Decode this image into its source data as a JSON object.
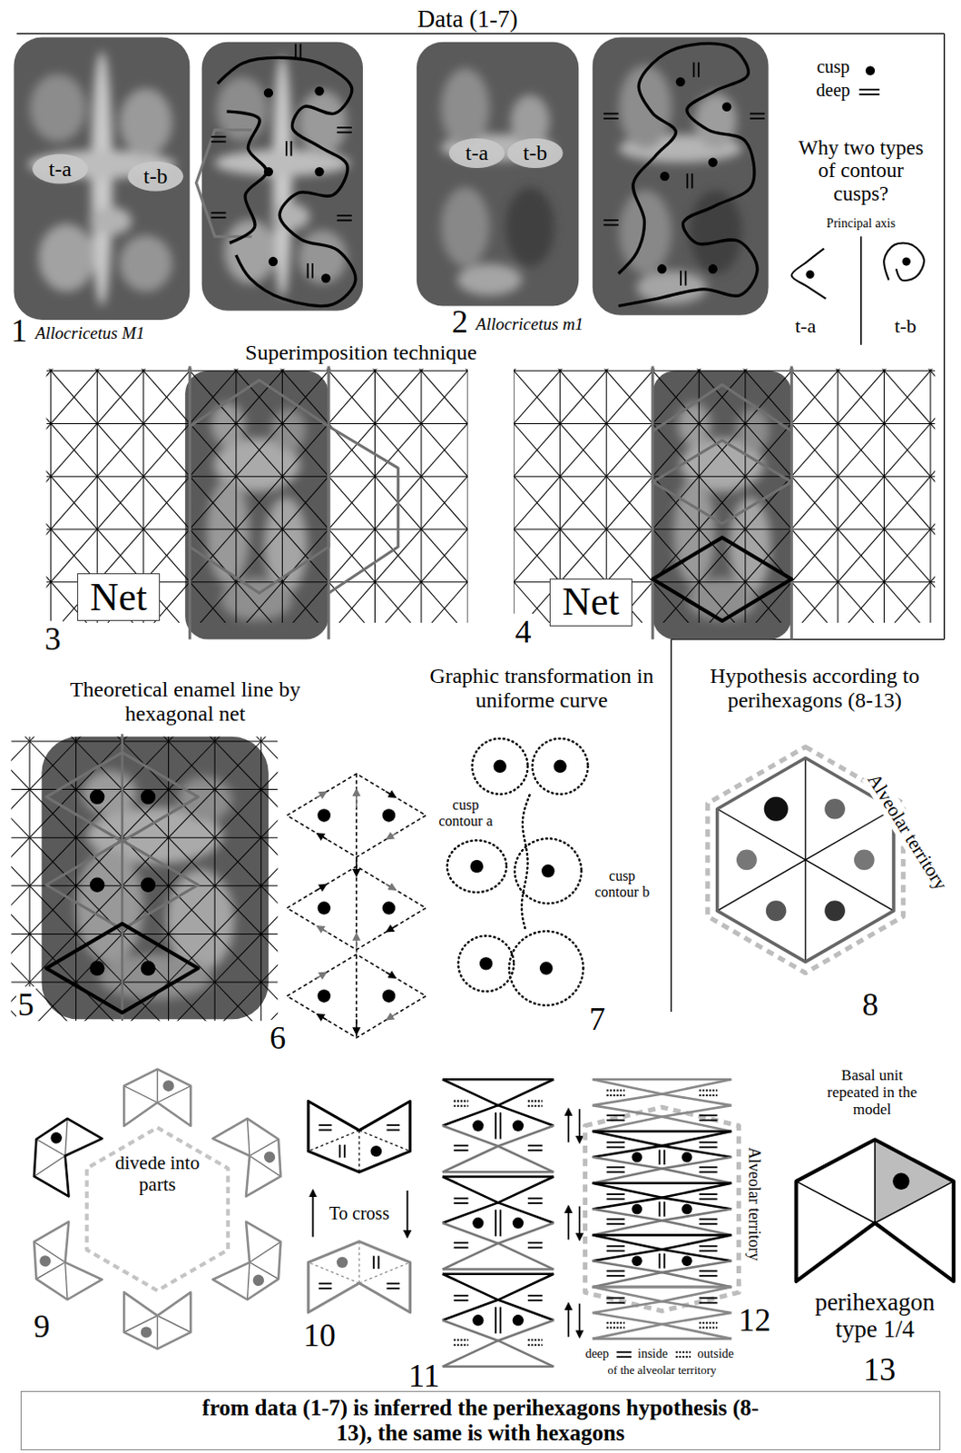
{
  "diagram": {
    "title": "Data (1-7)",
    "caption": "from data (1-7) is inferred the perihexagons hypothesis (8-13), the same is with hexagons",
    "nodes": [
      {
        "text": [
          "Net"
        ]
      },
      {
        "text": [
          "Net"
        ]
      }
    ],
    "labels": [
      "t-a",
      "t-b",
      "1",
      "Allocricetus M1",
      "t-a",
      "t-b",
      "2",
      "Allocricetus m1",
      "Why two types of contour cusps?",
      "Principal axis",
      "t-a",
      "t-b",
      "Superimposition technique",
      "3",
      "4",
      "Theoretical enamel line by hexagonal net",
      "5",
      "6",
      "Graphic transformation in uniforme curve",
      "cusp contour a",
      "cusp contour b",
      "7",
      "Hypothesis according to perihexagons (8-13)",
      "Alveolar territory",
      "8",
      "divede into parts",
      "9",
      "To cross",
      "10",
      "11",
      "Alveolar territory",
      "deep",
      "inside",
      "outside",
      "of the alveolar territory",
      "12",
      "Basal unit repeated in the model",
      "perihexagon type 1/4",
      "13"
    ],
    "legend": [
      {
        "text": "cusp"
      },
      {
        "text": "deep"
      }
    ]
  }
}
